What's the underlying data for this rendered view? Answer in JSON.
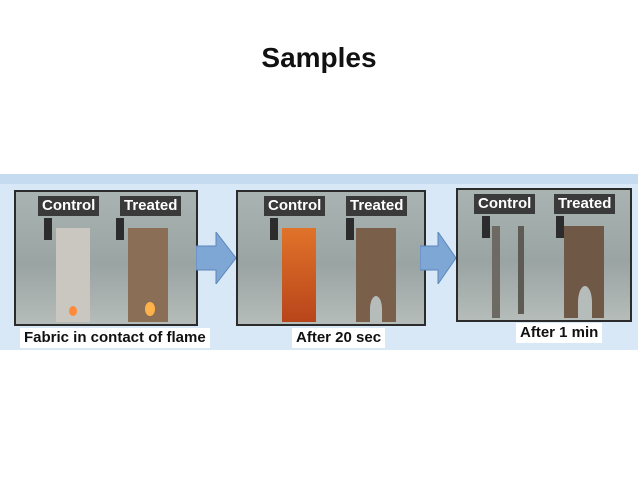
{
  "slide": {
    "title": "Samples"
  },
  "panels": [
    {
      "left_label": "Control",
      "right_label": "Treated",
      "caption": "Fabric in contact of flame"
    },
    {
      "left_label": "Control",
      "right_label": "Treated",
      "caption": "After 20 sec"
    },
    {
      "left_label": "Control",
      "right_label": "Treated",
      "caption": "After 1 min"
    }
  ],
  "icons": {
    "arrow": "right-arrow-icon"
  },
  "colors": {
    "band": "#d9e8f6",
    "arrow": "#7fa7d6"
  }
}
